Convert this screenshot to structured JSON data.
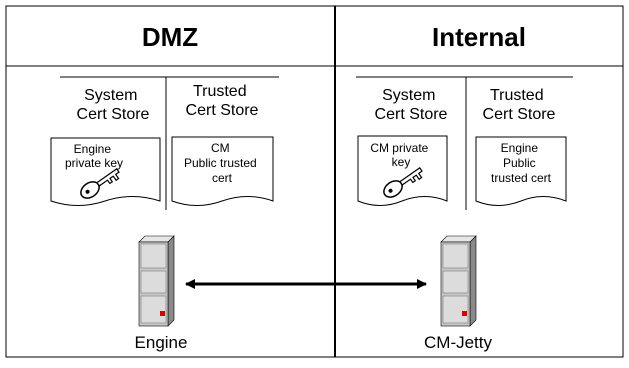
{
  "zones": {
    "left": {
      "title": "DMZ"
    },
    "right": {
      "title": "Internal"
    }
  },
  "stores": {
    "left": {
      "system": {
        "line1": "System",
        "line2": "Cert Store"
      },
      "trusted": {
        "line1": "Trusted",
        "line2": "Cert Store"
      },
      "system_doc": {
        "line1": "Engine",
        "line2": "private key",
        "icon": "key-icon"
      },
      "trusted_doc": {
        "line1": "CM",
        "line2": "Public trusted",
        "line3": "cert"
      }
    },
    "right": {
      "system": {
        "line1": "System",
        "line2": "Cert Store"
      },
      "trusted": {
        "line1": "Trusted",
        "line2": "Cert Store"
      },
      "system_doc": {
        "line1": "CM private",
        "line2": "key",
        "icon": "key-icon"
      },
      "trusted_doc": {
        "line1": "Engine",
        "line2": "Public",
        "line3": "trusted cert"
      }
    }
  },
  "servers": {
    "left": {
      "label": "Engine",
      "icon": "server-icon"
    },
    "right": {
      "label": "CM-Jetty",
      "icon": "server-icon"
    }
  },
  "connection": {
    "type": "bidirectional-arrow"
  },
  "colors": {
    "server_body": "#c8c8c8",
    "server_light": "#e6e6e6",
    "server_dark": "#8a8a8a",
    "led": "#e00000",
    "line": "#000000"
  }
}
